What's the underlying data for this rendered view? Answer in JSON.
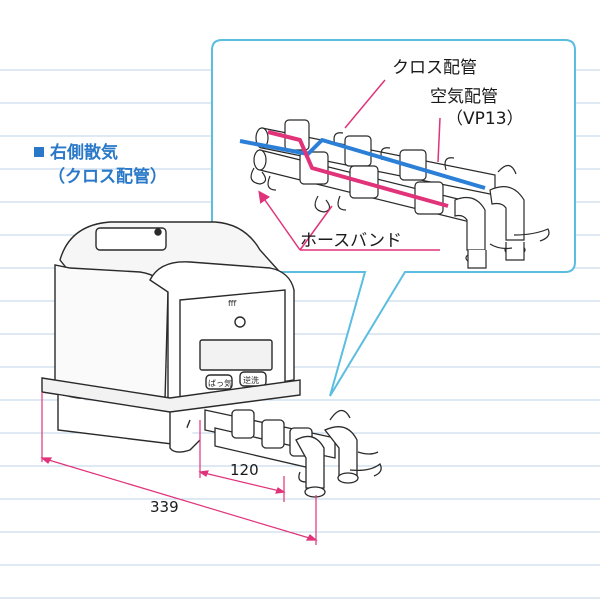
{
  "title": {
    "line1": "右側散気",
    "line2": "（クロス配管）"
  },
  "callouts": {
    "cross_piping": "クロス配管",
    "air_piping": "空気配管",
    "air_piping_spec": "（VP13）",
    "hose_band": "ホースバンド"
  },
  "dimensions": {
    "short": "120",
    "long": "339"
  },
  "unit_panel": {
    "left_button": "ばっ気",
    "right_button": "逆洗",
    "logo": "fff"
  },
  "colors": {
    "ruled_line": "#bcd3ea",
    "bubble_border": "#5bbde0",
    "accent_pink": "#e0337a",
    "accent_blue": "#2a78c8",
    "pipe_blue": "#2c7fd6",
    "pipe_pink": "#e0337a",
    "outline": "#2a2a2a"
  }
}
